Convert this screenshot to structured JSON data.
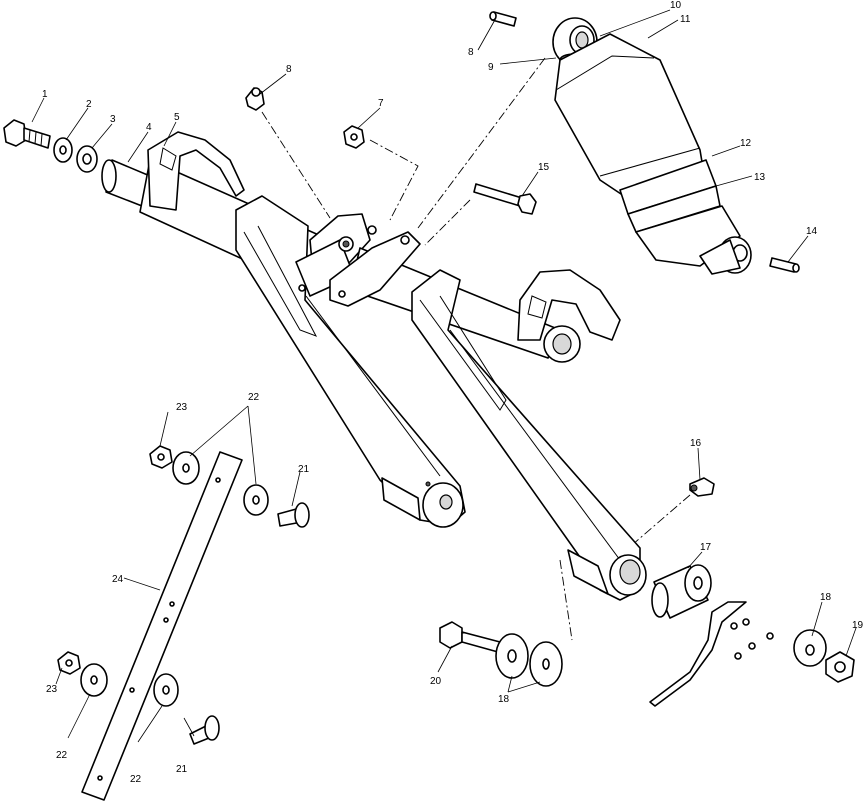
{
  "callouts": {
    "c1": "1",
    "c2": "2",
    "c3": "3",
    "c4": "4",
    "c5": "5",
    "c7": "7",
    "c8a": "8",
    "c8b": "8",
    "c9": "9",
    "c10": "10",
    "c11": "11",
    "c12": "12",
    "c13": "13",
    "c14": "14",
    "c15": "15",
    "c16": "16",
    "c17": "17",
    "c18a": "18",
    "c18b": "18",
    "c19": "19",
    "c20": "20",
    "c21a": "21",
    "c21b": "21",
    "c22a": "22",
    "c22b": "22",
    "c22c": "22",
    "c23a": "23",
    "c23b": "23",
    "c24": "24"
  }
}
